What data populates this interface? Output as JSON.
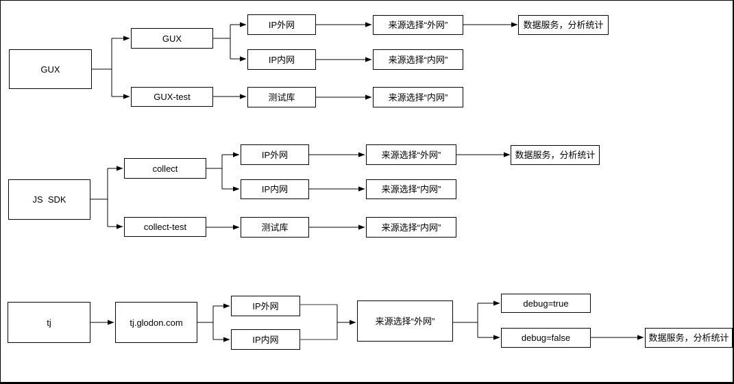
{
  "diagram": {
    "background_color": "#ffffff",
    "box_fill": "#ffffff",
    "box_border_color": "#000000",
    "line_color": "#000000",
    "muted_line_color": "#999999",
    "text_color": "#000000"
  },
  "nodes": {
    "r1": {
      "root": {
        "label": "GUX"
      },
      "app": {
        "label": "GUX"
      },
      "app_test": {
        "label": "GUX-test"
      },
      "ip_ext": {
        "label": "IP外网"
      },
      "ip_int": {
        "label": "IP内网"
      },
      "test_db": {
        "label": "测试库"
      },
      "src_ext": {
        "label": "来源选择“外网”"
      },
      "src_int_a": {
        "label": "来源选择“内网”"
      },
      "src_int_b": {
        "label": "来源选择“内网”"
      },
      "data": {
        "label": "数据服务，分析统计"
      }
    },
    "r2": {
      "root": {
        "label": "JS  SDK"
      },
      "collect": {
        "label": "collect"
      },
      "collect_test": {
        "label": "collect-test"
      },
      "ip_ext": {
        "label": "IP外网"
      },
      "ip_int": {
        "label": "IP内网"
      },
      "test_db": {
        "label": "测试库"
      },
      "src_ext": {
        "label": "来源选择“外网”"
      },
      "src_int_a": {
        "label": "来源选择“内网”"
      },
      "src_int_b": {
        "label": "来源选择“内网”"
      },
      "data": {
        "label": "数据服务，分析统计"
      }
    },
    "r3": {
      "root": {
        "label": "tj"
      },
      "domain": {
        "label": "tj.glodon.com"
      },
      "ip_ext": {
        "label": "IP外网"
      },
      "ip_int": {
        "label": "IP内网"
      },
      "src_ext": {
        "label": "来源选择“外网”"
      },
      "debug_true": {
        "label": "debug=true"
      },
      "debug_false": {
        "label": "debug=false"
      },
      "data": {
        "label": "数据服务，分析统计"
      }
    }
  }
}
